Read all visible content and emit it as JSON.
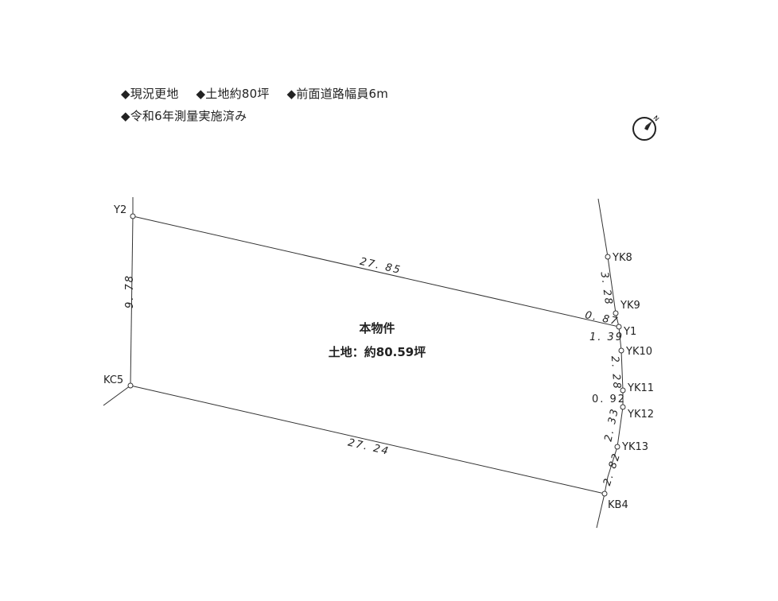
{
  "notes": {
    "line1": [
      "◆現況更地",
      "◆土地約80坪",
      "◆前面道路幅員6m"
    ],
    "line2": [
      "◆令和6年測量実施済み"
    ]
  },
  "property": {
    "title": "本物件",
    "area": "土地：約80.59坪"
  },
  "points": {
    "Y2": "Y2",
    "KC5": "KC5",
    "YK8": "YK8",
    "YK9": "YK9",
    "Y1": "Y1",
    "YK10": "YK10",
    "YK11": "YK11",
    "YK12": "YK12",
    "YK13": "YK13",
    "KB4": "KB4"
  },
  "dimensions": {
    "top": "27. 85",
    "bottom": "27. 24",
    "left": "9. 78",
    "yk8_yk9": "3. 28",
    "y1_yk9": "0. 87",
    "y1_yk10": "1. 39",
    "yk10_yk11": "2. 28",
    "yk11_yk12": "0. 92",
    "yk12_yk13": "2. 33",
    "yk13_kb4": "2. 82"
  },
  "compass": {
    "icon": "north-arrow-icon",
    "label": "N"
  }
}
